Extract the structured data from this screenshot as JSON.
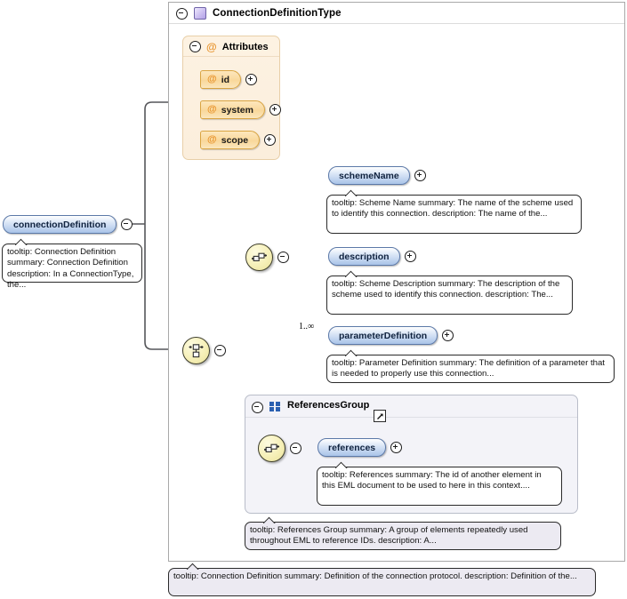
{
  "diagram": {
    "kind": "xml-schema-element-diagram",
    "root_element": {
      "name": "connectionDefinition",
      "toggle": "minus",
      "tooltip": "tooltip: Connection Definition summary: Connection Definition description: In a ConnectionType, the..."
    },
    "type_box": {
      "title": "ConnectionDefinitionType",
      "toggle": "minus",
      "icon": "complex-type-icon",
      "tooltip": "tooltip: Connection Definition summary: Definition of the connection protocol. description: Definition of the..."
    },
    "attributes_group": {
      "title": "Attributes",
      "toggle": "minus",
      "icon": "at-sign-icon",
      "items": [
        {
          "name": "id",
          "toggle": "plus",
          "icon": "at-sign-icon"
        },
        {
          "name": "system",
          "toggle": "plus",
          "icon": "at-sign-icon"
        },
        {
          "name": "scope",
          "toggle": "plus",
          "icon": "at-sign-icon"
        }
      ]
    },
    "choice_compositor": {
      "icon": "choice-icon",
      "toggle": "minus"
    },
    "sequence_compositor": {
      "icon": "sequence-icon",
      "toggle": "minus"
    },
    "sequence_elements": [
      {
        "name": "schemeName",
        "toggle": "plus",
        "occurrence": "",
        "tooltip": "tooltip: Scheme Name summary: The name of the scheme used to identify this connection. description: The name of the..."
      },
      {
        "name": "description",
        "toggle": "plus",
        "occurrence": "",
        "tooltip": "tooltip: Scheme Description summary: The description of the scheme used to identify this connection. description: The..."
      },
      {
        "name": "parameterDefinition",
        "toggle": "plus",
        "occurrence": "1..∞",
        "tooltip": "tooltip: Parameter Definition summary: The definition of a parameter that is needed to properly use this connection..."
      }
    ],
    "references_group": {
      "title": "ReferencesGroup",
      "toggle": "minus",
      "icon": "model-group-icon",
      "link_icon": "external-link-icon",
      "compositor": {
        "icon": "sequence-icon",
        "toggle": "minus"
      },
      "element": {
        "name": "references",
        "toggle": "plus",
        "tooltip": "tooltip: References summary: The id of another element in this EML document to be used to here in this context...."
      },
      "tooltip": "tooltip: References Group summary: A group of elements repeatedly used throughout EML to reference IDs. description: A..."
    },
    "colors": {
      "element_pill_border": "#5c79a8",
      "element_pill_fill": "#a9c3e8",
      "attribute_pill_border": "#d9a441",
      "attribute_pill_fill": "#f9d89b",
      "attribute_box_fill": "#fbeedc",
      "compositor_fill": "#f6f0b8",
      "group_box_fill": "#f3f3f8",
      "connector_line": "#55565a",
      "type_icon": "#9d8fd0",
      "group_icon": "#2a5fb0",
      "tooltip_shaded_fill": "#eceaf2"
    }
  }
}
